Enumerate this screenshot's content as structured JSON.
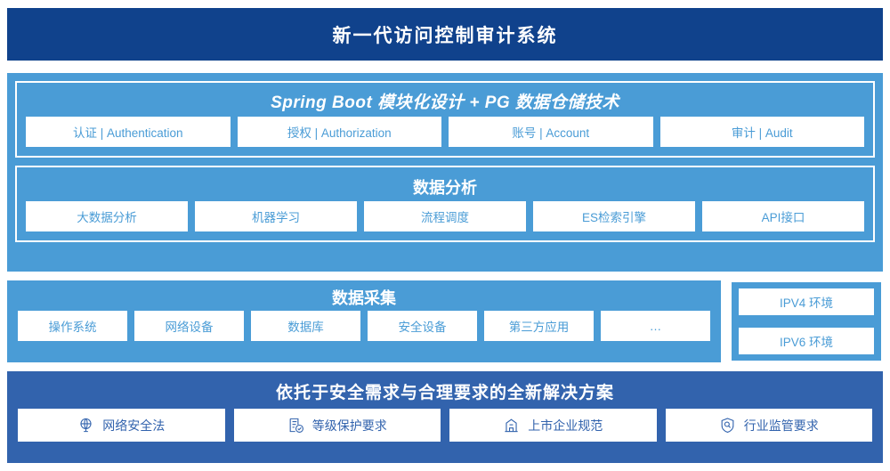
{
  "header": {
    "title": "新一代访问控制审计系统"
  },
  "application_layer": {
    "framework": {
      "title": "Spring Boot 模块化设计 + PG 数据仓储技术",
      "modules": [
        {
          "label": "认证 | Authentication"
        },
        {
          "label": "授权 | Authorization"
        },
        {
          "label": "账号 | Account"
        },
        {
          "label": "审计 | Audit"
        }
      ]
    },
    "analysis": {
      "title": "数据分析",
      "modules": [
        {
          "label": "大数据分析"
        },
        {
          "label": "机器学习"
        },
        {
          "label": "流程调度"
        },
        {
          "label": "ES检索引擎"
        },
        {
          "label": "API接口"
        }
      ]
    }
  },
  "collection_layer": {
    "title": "数据采集",
    "sources": [
      {
        "label": "操作系统"
      },
      {
        "label": "网络设备"
      },
      {
        "label": "数据库"
      },
      {
        "label": "安全设备"
      },
      {
        "label": "第三方应用"
      },
      {
        "label": "…"
      }
    ],
    "environments": [
      {
        "label": "IPV4 环境"
      },
      {
        "label": "IPV6 环境"
      }
    ]
  },
  "solution_layer": {
    "title": "依托于安全需求与合理要求的全新解决方案",
    "items": [
      {
        "icon": "globe-network-icon",
        "label": "网络安全法"
      },
      {
        "icon": "document-check-icon",
        "label": "等级保护要求"
      },
      {
        "icon": "bank-building-icon",
        "label": "上市企业规范"
      },
      {
        "icon": "shield-search-icon",
        "label": "行业监管要求"
      }
    ]
  },
  "colors": {
    "header_navy": "#10428c",
    "panel_blue": "#4a9cd6",
    "solution_blue": "#3263ad",
    "box_white": "#ffffff"
  }
}
